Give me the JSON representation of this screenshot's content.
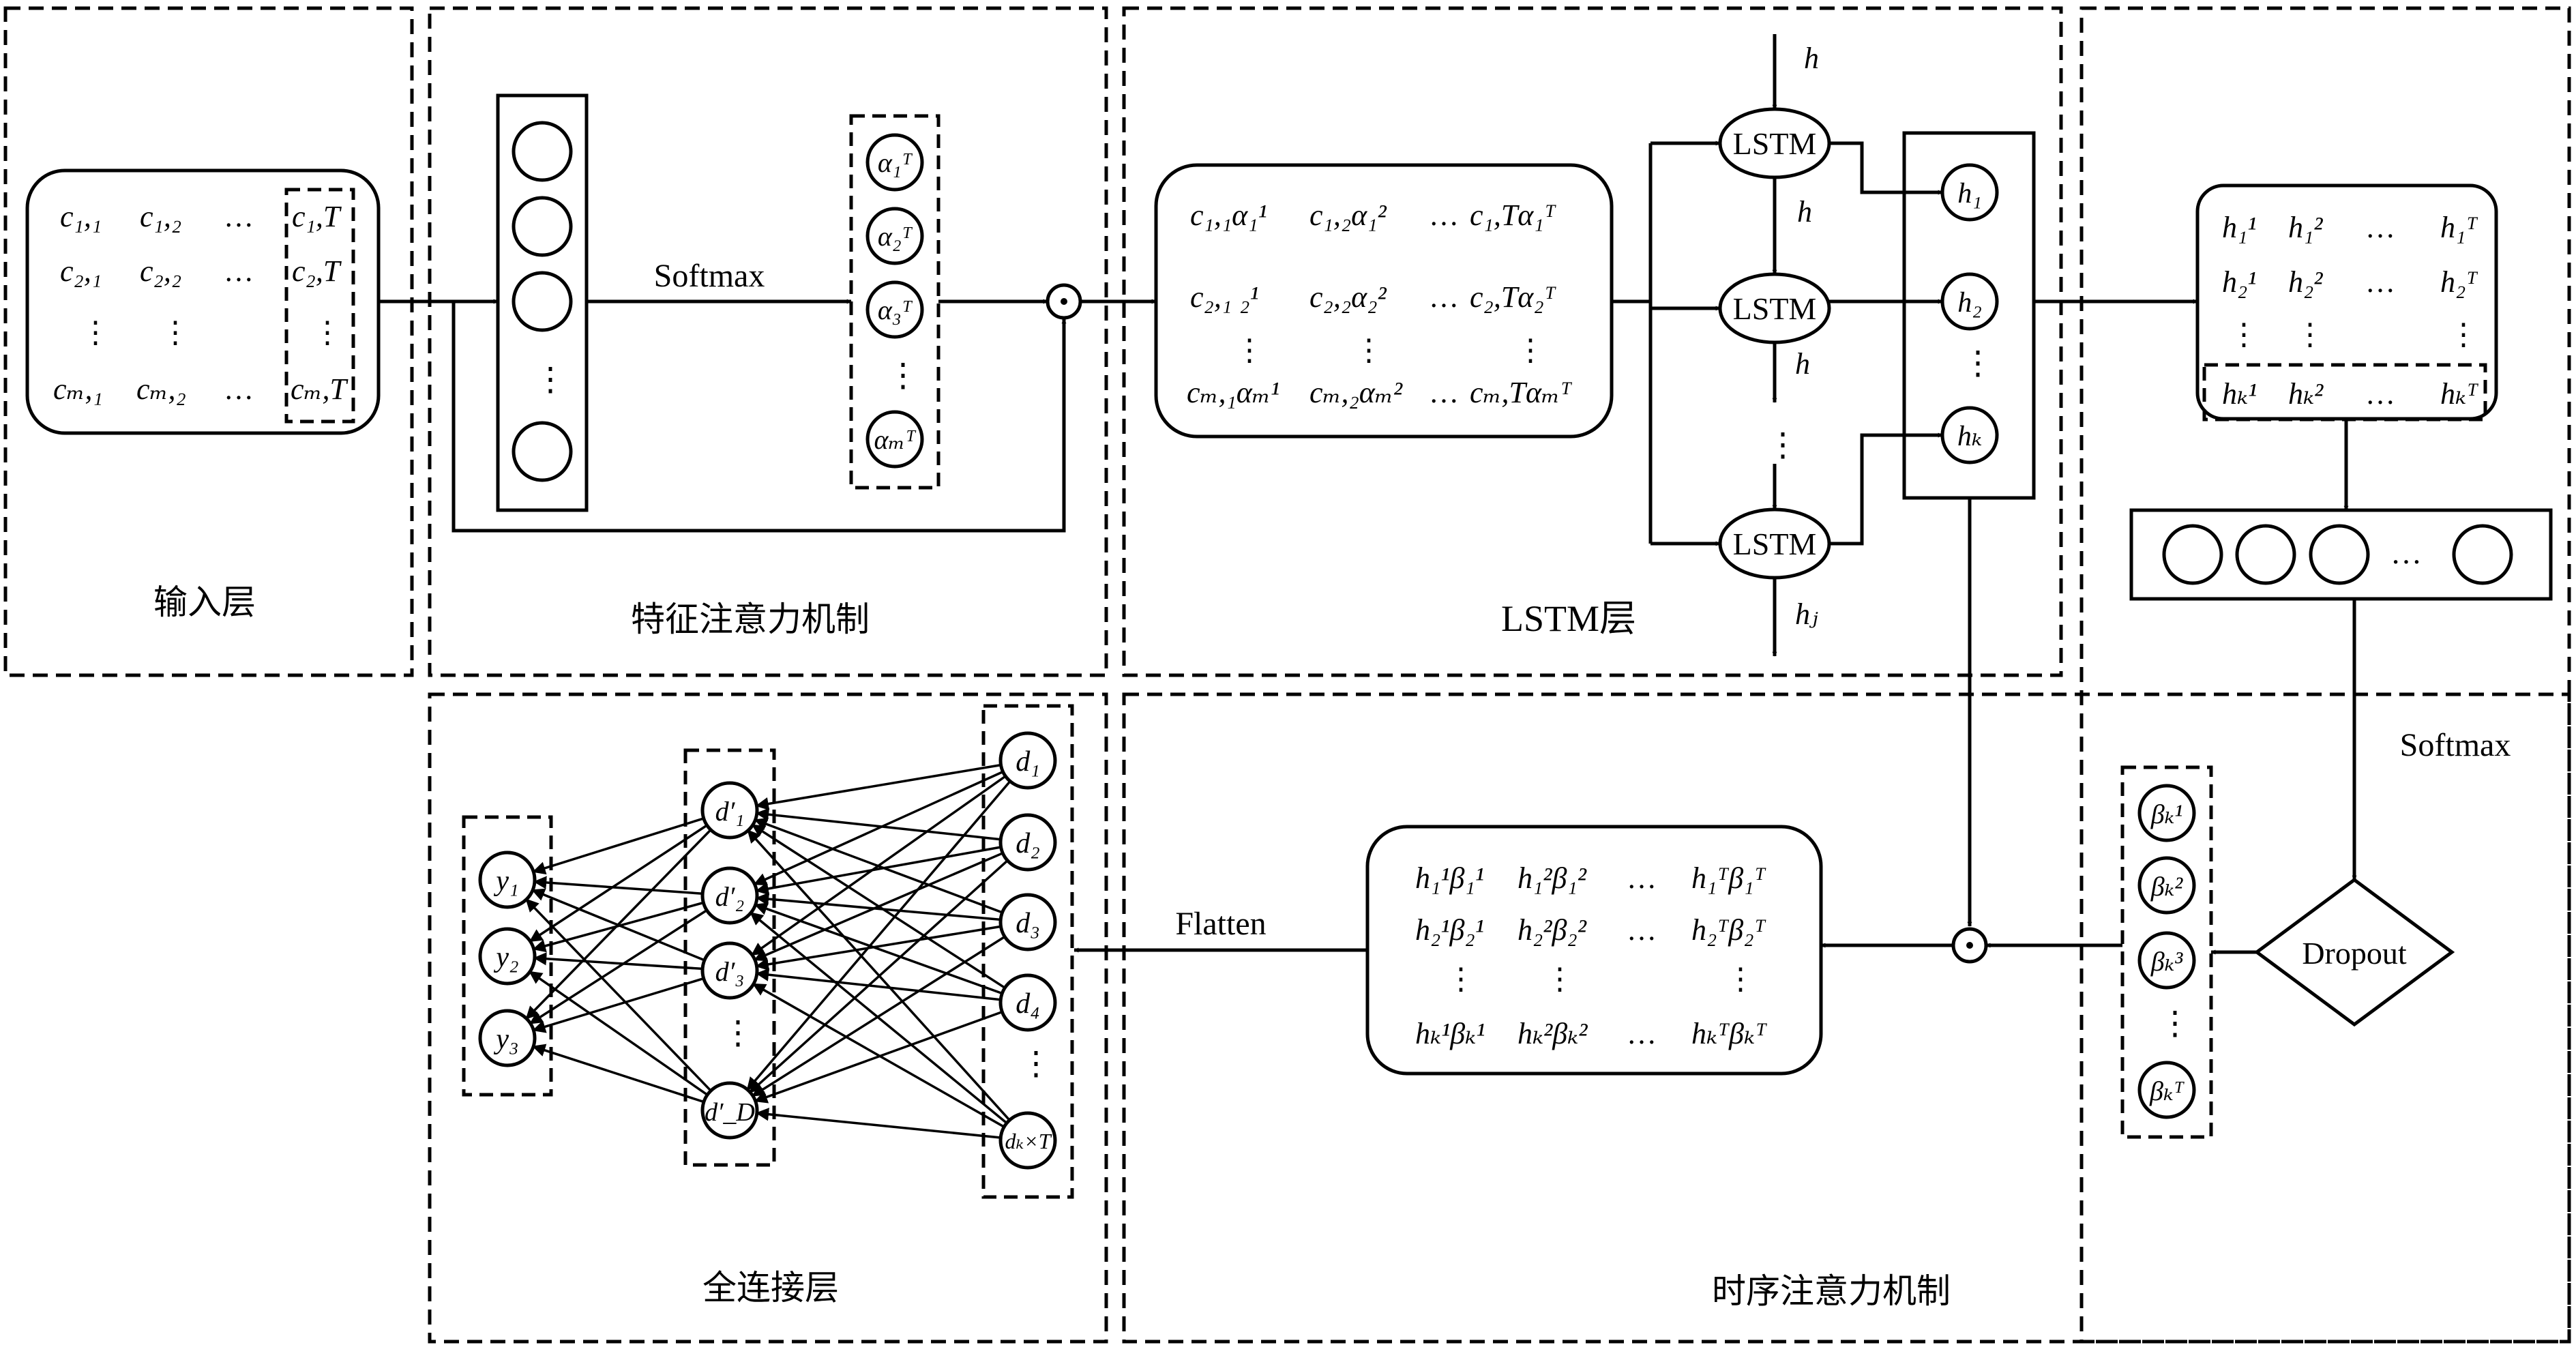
{
  "panels": {
    "input": "输入层",
    "feature_attention": "特征注意力机制",
    "lstm": "LSTM层",
    "fc": "全连接层",
    "temporal_attention": "时序注意力机制"
  },
  "labels": {
    "softmax_1": "Softmax",
    "softmax_2": "Softmax",
    "flatten": "Flatten",
    "dropout": "Dropout",
    "lstm_1": "LSTM",
    "lstm_2": "LSTM",
    "lstm_3": "LSTM",
    "dots": "…",
    "vdots": "⋮",
    "odot": "⊙"
  },
  "input_matrix": {
    "r1": [
      "c₁,₁",
      "c₁,₂",
      "c₁,T"
    ],
    "r2": [
      "c₂,₁",
      "c₂,₂",
      "c₂,T"
    ],
    "r3": [
      "cₘ,₁",
      "cₘ,₂",
      "cₘ,T"
    ]
  },
  "alpha_nodes": [
    "α₁ᵀ",
    "α₂ᵀ",
    "α₃ᵀ",
    "αₘᵀ"
  ],
  "weighted_matrix": {
    "r1": [
      "c₁,₁α₁¹",
      "c₁,₂α₁²",
      "c₁,Tα₁ᵀ"
    ],
    "r2": [
      "c₂,₁ ₂¹",
      "c₂,₂α₂²",
      "c₂,Tα₂ᵀ"
    ],
    "r3": [
      "cₘ,₁αₘ¹",
      "cₘ,₂αₘ²",
      "cₘ,Tαₘᵀ"
    ]
  },
  "lstm_flow": {
    "h_top": "h",
    "h_mid": "h",
    "h_mid2": "h",
    "h_bottom": "hⱼ"
  },
  "h_nodes": [
    "h₁",
    "h₂",
    "hₖ"
  ],
  "h_matrix": {
    "r1": [
      "h₁¹",
      "h₁²",
      "h₁ᵀ"
    ],
    "r2": [
      "h₂¹",
      "h₂²",
      "h₂ᵀ"
    ],
    "r3": [
      "hₖ¹",
      "hₖ²",
      "hₖᵀ"
    ]
  },
  "beta_nodes": [
    "βₖ¹",
    "βₖ²",
    "βₖ³",
    "βₖᵀ"
  ],
  "hb_matrix": {
    "r1": [
      "h₁¹β₁¹",
      "h₁²β₁²",
      "h₁ᵀβ₁ᵀ"
    ],
    "r2": [
      "h₂¹β₂¹",
      "h₂²β₂²",
      "h₂ᵀβ₂ᵀ"
    ],
    "r3": [
      "hₖ¹βₖ¹",
      "hₖ²βₖ²",
      "hₖᵀβₖᵀ"
    ]
  },
  "y_nodes": [
    "y₁",
    "y₂",
    "y₃"
  ],
  "dprime_nodes": [
    "d′₁",
    "d′₂",
    "d′₃",
    "d′_D"
  ],
  "d_nodes": [
    "d₁",
    "d₂",
    "d₃",
    "d₄",
    "dₖ×T"
  ]
}
